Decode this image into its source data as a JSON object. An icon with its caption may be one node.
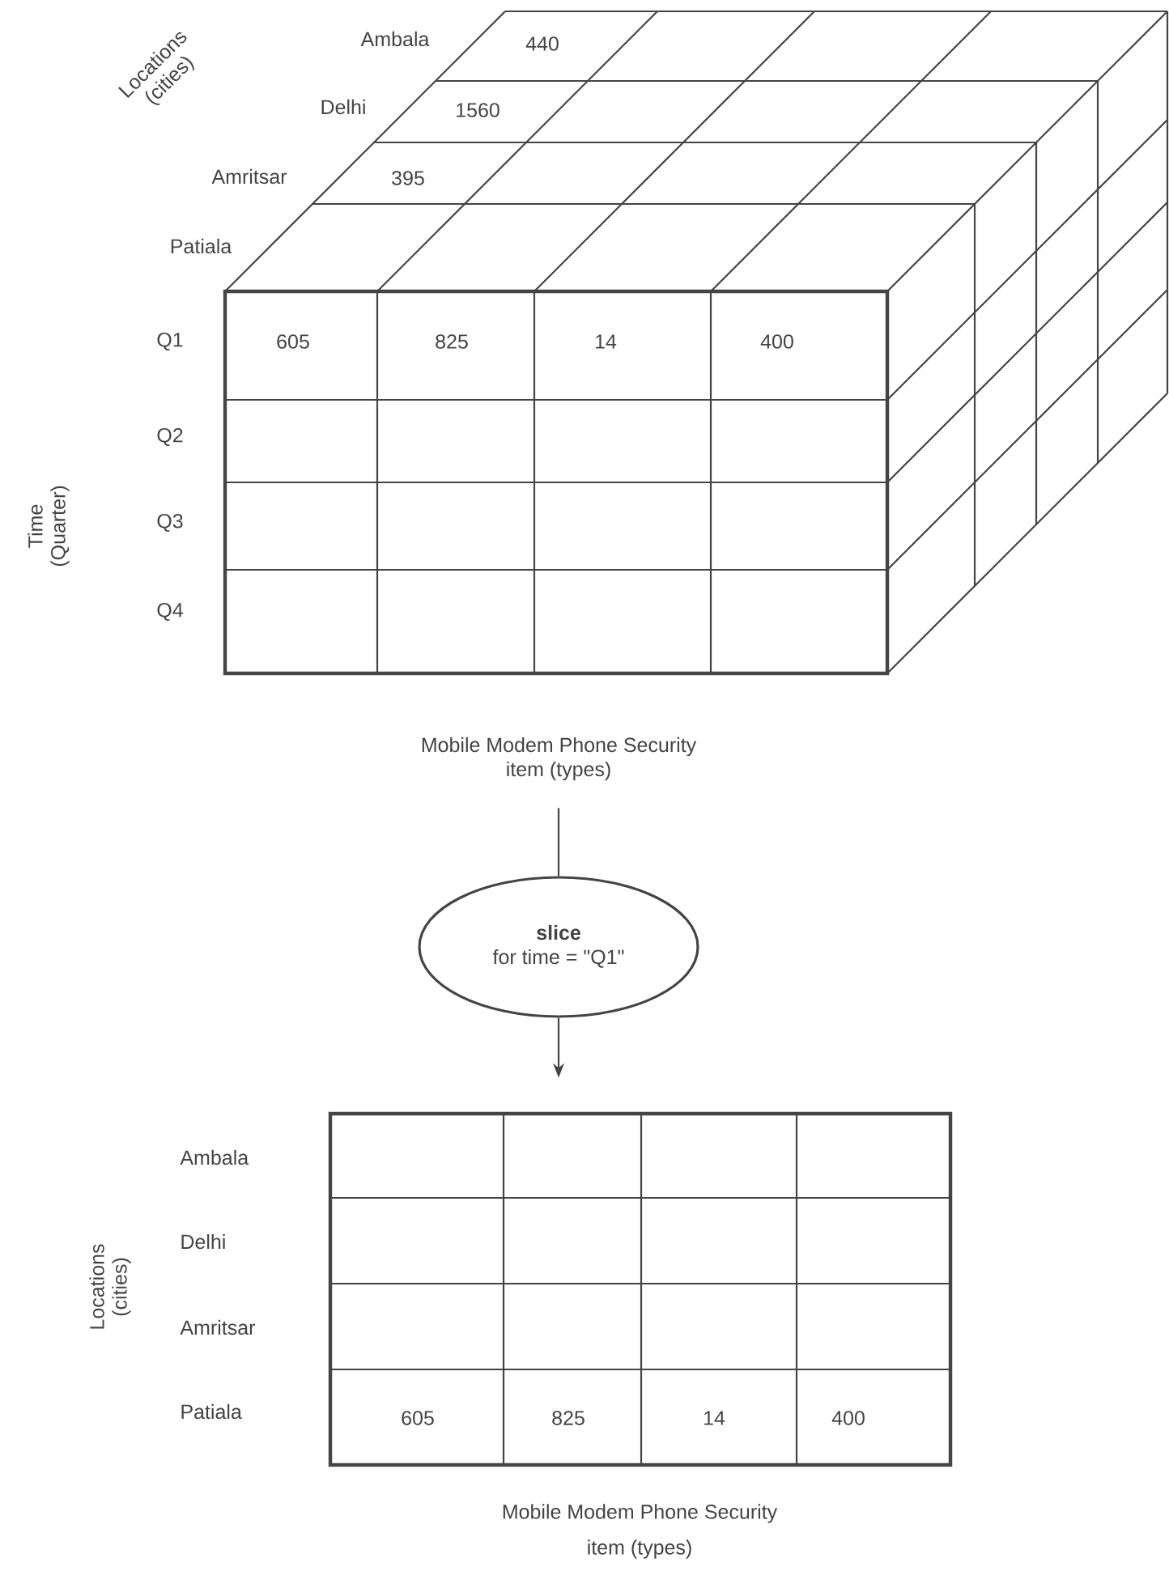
{
  "diagram": {
    "nodes": [
      {
        "text": [
          "Mobile Modem Phone Security",
          "item (types)"
        ]
      },
      {
        "text": [
          "slice",
          "for time = \"Q1\""
        ]
      },
      {
        "text": [],
        "shape": "box"
      }
    ],
    "edges": [
      {
        "from": 0,
        "to": 1,
        "arrow": "none"
      },
      {
        "from": 1,
        "to": 2,
        "arrow": "to"
      }
    ],
    "labels": [
      "Locations (cities)",
      "Ambala",
      "440",
      "Delhi",
      "1560",
      "Amritsar",
      "395",
      "Patiala",
      "Q1",
      "605",
      "825",
      "14",
      "400",
      "Q2",
      "Q3",
      "Q4",
      "Time (Quarter)",
      "Ambala",
      "Delhi",
      "Amritsar",
      "Patiala",
      "605",
      "825",
      "14",
      "400",
      "Locations (cities)",
      "Mobile Modem Phone Security",
      "item (types)"
    ]
  }
}
